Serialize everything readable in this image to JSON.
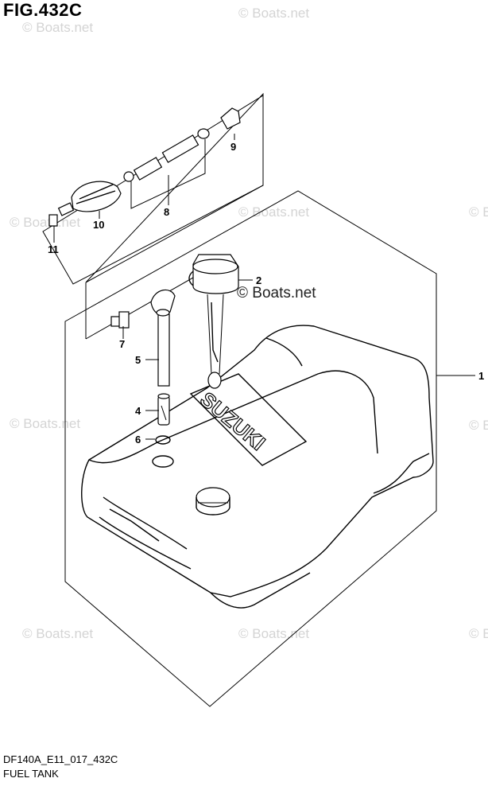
{
  "figure": {
    "title": "FIG.432C"
  },
  "footer": {
    "code": "DF140A_E11_017_432C",
    "name": "FUEL TANK"
  },
  "callouts": [
    "1",
    "2",
    "4",
    "5",
    "6",
    "7",
    "8",
    "9",
    "10",
    "11"
  ],
  "tank_lettering": "SUZUKI",
  "watermark": "© Boats.net"
}
